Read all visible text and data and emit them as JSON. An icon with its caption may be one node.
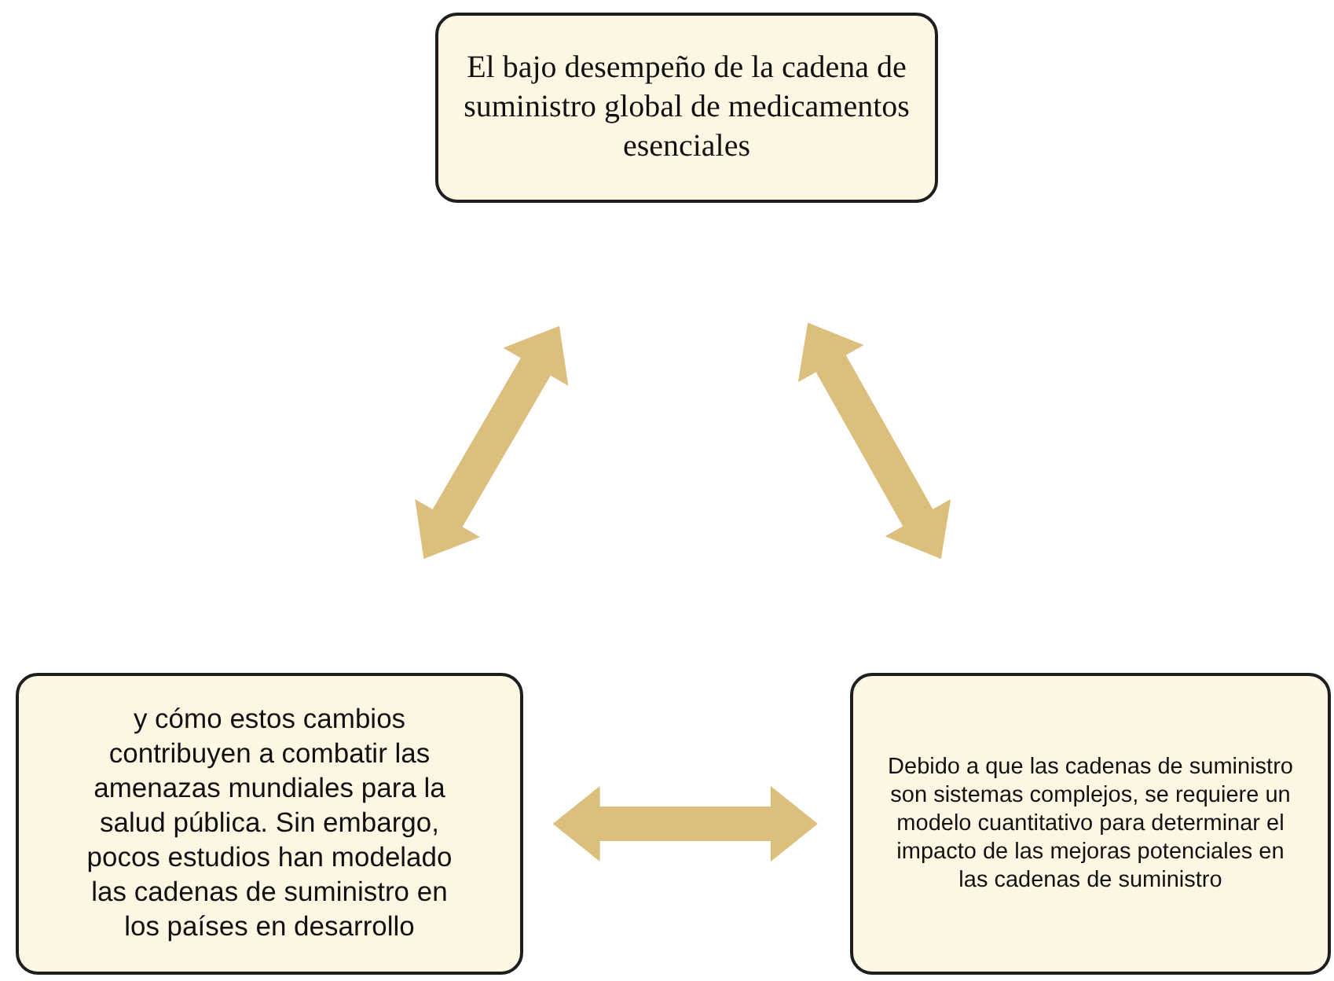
{
  "diagram": {
    "nodes": [
      {
        "text": [
          "El bajo desempeño de la cadena de suministro global de medicamentos esenciales"
        ]
      },
      {
        "text": [
          "y cómo estos cambios contribuyen a combatir las amenazas mundiales para la salud pública. Sin embargo, pocos estudios han modelado las cadenas de suministro en los países en desarrollo"
        ]
      },
      {
        "text": [
          "Debido a que las cadenas de suministro son sistemas complejos, se requiere un modelo cuantitativo para determinar el impacto de las mejoras potenciales en las cadenas de suministro"
        ]
      }
    ],
    "edges": [
      {
        "from": 1,
        "to": 0,
        "arrow": "both"
      },
      {
        "from": 0,
        "to": 2,
        "arrow": "both"
      },
      {
        "from": 1,
        "to": 2,
        "arrow": "both"
      }
    ]
  }
}
